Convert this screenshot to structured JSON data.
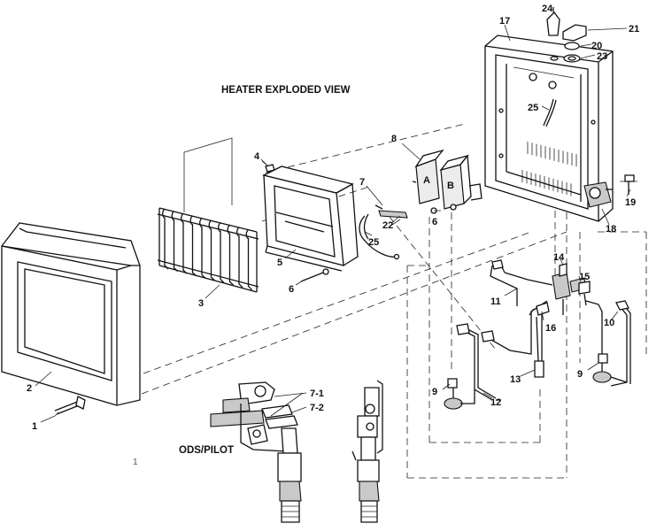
{
  "diagram": {
    "title": "HEATER EXPLODED VIEW",
    "subtitle": "ODS/PILOT",
    "sheet_mark": "1",
    "part_labels": [
      "1",
      "2",
      "3",
      "4",
      "5",
      "6",
      "6",
      "7",
      "8",
      "9",
      "9",
      "10",
      "11",
      "12",
      "13",
      "14",
      "15",
      "16",
      "17",
      "18",
      "19",
      "20",
      "21",
      "22",
      "23",
      "24",
      "25",
      "25",
      "7-1",
      "7-2"
    ],
    "letters": {
      "a": "A",
      "b": "B"
    }
  }
}
